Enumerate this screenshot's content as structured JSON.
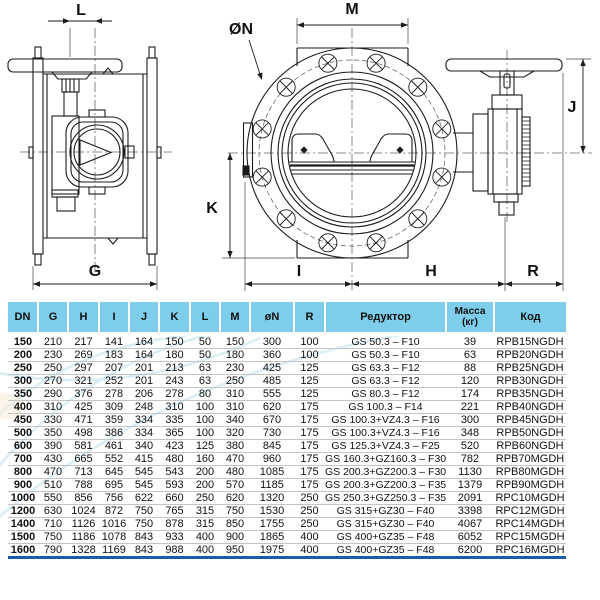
{
  "colors": {
    "header_bg": "#7ecdea",
    "accent_line": "#1b5ca8",
    "row_divider": "#c4c4c4",
    "text": "#111111",
    "drawing_line": "#1c1c1c",
    "watermark": "#cfe9f5"
  },
  "drawing": {
    "labels": {
      "l": "L",
      "g": "G",
      "m": "M",
      "n": "ØN",
      "k": "K",
      "j": "J",
      "i": "I",
      "h": "H",
      "r": "R"
    }
  },
  "table": {
    "columns": [
      "DN",
      "G",
      "H",
      "I",
      "J",
      "K",
      "L",
      "M",
      "øN",
      "R",
      "Редуктор",
      "Масса\n(кг)",
      "Код"
    ],
    "rows": [
      [
        "150",
        "210",
        "217",
        "141",
        "164",
        "150",
        "50",
        "150",
        "300",
        "100",
        "GS 50.3 – F10",
        "39",
        "RPB15NGDH"
      ],
      [
        "200",
        "230",
        "269",
        "183",
        "164",
        "180",
        "50",
        "180",
        "360",
        "100",
        "GS 50.3 – F10",
        "63",
        "RPB20NGDH"
      ],
      [
        "250",
        "250",
        "297",
        "207",
        "201",
        "213",
        "63",
        "230",
        "425",
        "125",
        "GS 63.3 – F12",
        "88",
        "RPB25NGDH"
      ],
      [
        "300",
        "270",
        "321",
        "252",
        "201",
        "243",
        "63",
        "250",
        "485",
        "125",
        "GS 63.3 – F12",
        "120",
        "RPB30NGDH"
      ],
      [
        "350",
        "290",
        "376",
        "278",
        "206",
        "278",
        "80",
        "310",
        "555",
        "125",
        "GS 80.3 – F12",
        "174",
        "RPB35NGDH"
      ],
      [
        "400",
        "310",
        "425",
        "309",
        "248",
        "310",
        "100",
        "310",
        "620",
        "175",
        "GS 100.3 – F14",
        "221",
        "RPB40NGDH"
      ],
      [
        "450",
        "330",
        "471",
        "359",
        "334",
        "335",
        "100",
        "340",
        "670",
        "175",
        "GS 100.3+VZ4.3 – F16",
        "300",
        "RPB45NGDH"
      ],
      [
        "500",
        "350",
        "498",
        "386",
        "334",
        "365",
        "100",
        "320",
        "730",
        "175",
        "GS 100.3+VZ4.3 – F16",
        "348",
        "RPB50NGDH"
      ],
      [
        "600",
        "390",
        "581",
        "461",
        "340",
        "423",
        "125",
        "380",
        "845",
        "175",
        "GS 125.3+VZ4.3 – F25",
        "520",
        "RPB60NGDH"
      ],
      [
        "700",
        "430",
        "665",
        "552",
        "415",
        "480",
        "160",
        "470",
        "960",
        "175",
        "GS 160.3+GZ160.3 – F30",
        "782",
        "RPB70MGDH"
      ],
      [
        "800",
        "470",
        "713",
        "645",
        "545",
        "543",
        "200",
        "480",
        "1085",
        "175",
        "GS 200.3+GZ200.3 – F30",
        "1130",
        "RPB80MGDH"
      ],
      [
        "900",
        "510",
        "788",
        "695",
        "545",
        "593",
        "200",
        "570",
        "1185",
        "175",
        "GS 200.3+GZ200.3 – F35",
        "1379",
        "RPB90MGDH"
      ],
      [
        "1000",
        "550",
        "856",
        "756",
        "622",
        "660",
        "250",
        "620",
        "1320",
        "250",
        "GS 250.3+GZ250.3 – F35",
        "2091",
        "RPC10MGDH"
      ],
      [
        "1200",
        "630",
        "1024",
        "872",
        "750",
        "765",
        "315",
        "750",
        "1530",
        "250",
        "GS 315+GZ30 – F40",
        "3398",
        "RPC12MGDH"
      ],
      [
        "1400",
        "710",
        "1126",
        "1016",
        "750",
        "878",
        "315",
        "850",
        "1755",
        "250",
        "GS 315+GZ30 – F40",
        "4067",
        "RPC14MGDH"
      ],
      [
        "1500",
        "750",
        "1186",
        "1078",
        "843",
        "933",
        "400",
        "900",
        "1865",
        "400",
        "GS 400+GZ35 – F48",
        "6052",
        "RPC15MGDH"
      ],
      [
        "1600",
        "790",
        "1328",
        "1169",
        "843",
        "988",
        "400",
        "950",
        "1975",
        "400",
        "GS 400+GZ35 – F48",
        "6200",
        "RPC16MGDH"
      ]
    ]
  }
}
